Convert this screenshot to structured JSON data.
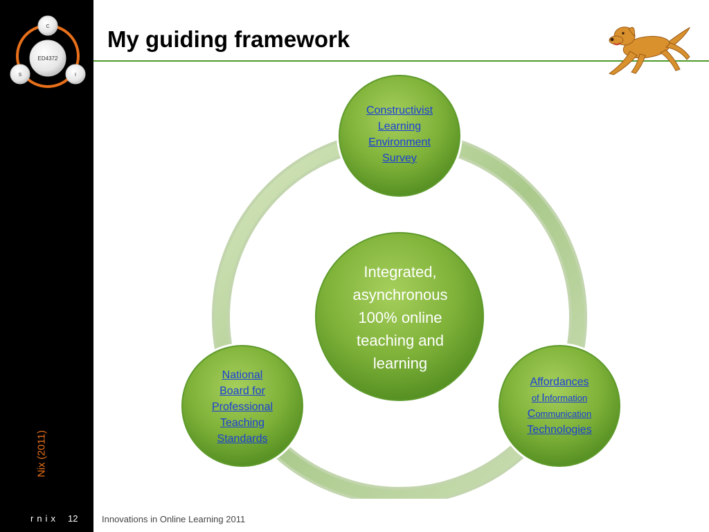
{
  "slide": {
    "title": "My guiding framework",
    "footer_text": "Innovations in Online Learning 2011",
    "author_short": "rnix",
    "page_number": "12",
    "vertical_credit": "Nix (2011)"
  },
  "logo": {
    "center": "ED4372",
    "top": "C",
    "left": "S",
    "right": "I"
  },
  "diagram": {
    "center": [
      "Integrated,",
      "asynchronous",
      "100% online",
      "teaching and",
      "learning"
    ],
    "top_node": [
      "Constructivist",
      "Learning",
      "Environment",
      "Survey"
    ],
    "left_node": [
      "National",
      "Board for",
      "Professional",
      "Teaching",
      "Standards"
    ],
    "right_node": {
      "line1": "Affordances",
      "line2_small": "of ",
      "line2_big": "I",
      "line2_rest": "nformation",
      "line3_big": "C",
      "line3_rest": "ommunication",
      "line4": "Technologies"
    }
  },
  "colors": {
    "accent_green": "#4e9a2a",
    "link_blue": "#1a3fd6",
    "credit_orange": "#e8701a"
  }
}
